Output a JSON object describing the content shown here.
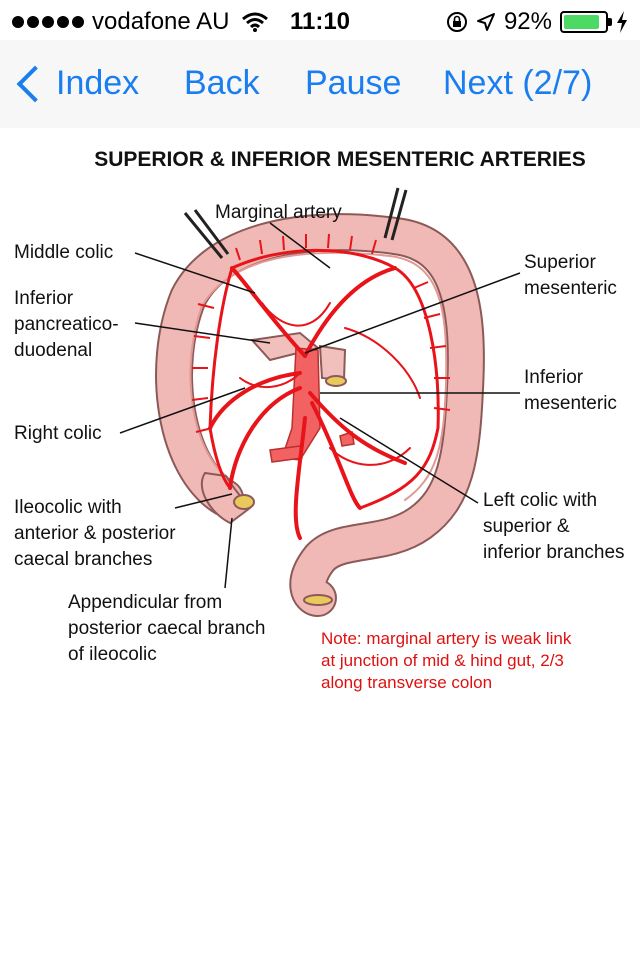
{
  "status_bar": {
    "carrier": "vodafone AU",
    "time": "11:10",
    "battery_percent": "92%",
    "battery_level": 0.92,
    "icons": [
      "wifi-icon",
      "orientation-lock-icon",
      "location-arrow-icon",
      "battery-icon",
      "charging-icon"
    ]
  },
  "nav": {
    "index_label": "Index",
    "back_label": "Back",
    "pause_label": "Pause",
    "next_label": "Next (2/7)",
    "accent_color": "#1a7ef0"
  },
  "diagram": {
    "title": "SUPERIOR & INFERIOR MESENTERIC ARTERIES",
    "labels": {
      "marginal_artery": "Marginal artery",
      "middle_colic": "Middle colic",
      "inferior_pancreatico_1": "Inferior",
      "inferior_pancreatico_2": "pancreatico-",
      "inferior_pancreatico_3": "duodenal",
      "superior_mesenteric_1": "Superior",
      "superior_mesenteric_2": "mesenteric",
      "inferior_mesenteric_1": "Inferior",
      "inferior_mesenteric_2": "mesenteric",
      "right_colic": "Right colic",
      "ileocolic_1": "Ileocolic with",
      "ileocolic_2": "anterior & posterior",
      "ileocolic_3": "caecal branches",
      "left_colic_1": "Left colic with",
      "left_colic_2": "superior &",
      "left_colic_3": "inferior branches",
      "appendicular_1": "Appendicular from",
      "appendicular_2": "posterior caecal branch",
      "appendicular_3": "of ileocolic"
    },
    "note_lines": [
      "Note: marginal artery is weak link",
      "at junction of mid & hind gut, 2/3",
      "along transverse colon"
    ],
    "colors": {
      "colon": "#f0b9b5",
      "artery": "#e8141a",
      "note": "#e01010"
    }
  }
}
